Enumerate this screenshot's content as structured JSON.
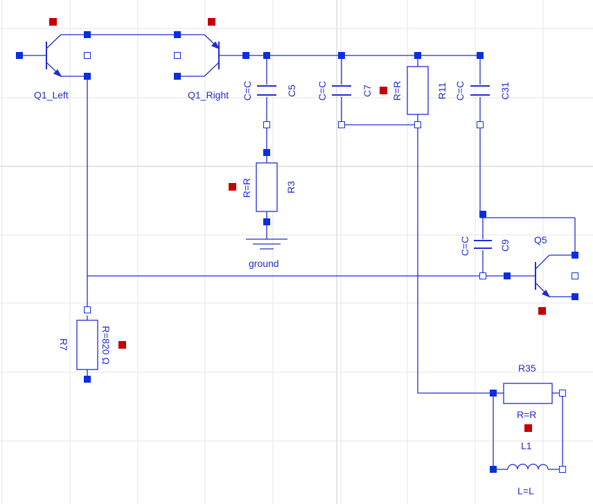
{
  "colors": {
    "wire": "#1f2bd1",
    "pin_filled": "#0a2ee0",
    "marker": "#c40000",
    "grid_minor": "#e4e4e4",
    "grid_major": "#c8c8c8",
    "background": "#ffffff"
  },
  "components": {
    "q1_left": {
      "name": "Q1_Left"
    },
    "q1_right": {
      "name": "Q1_Right"
    },
    "c5": {
      "name": "C5",
      "param": "C=C"
    },
    "c7": {
      "name": "C7",
      "param": "C=C"
    },
    "r11": {
      "name": "R11",
      "param": "R=R"
    },
    "c31": {
      "name": "C31",
      "param": "C=C"
    },
    "r3": {
      "name": "R3",
      "param": "R=R"
    },
    "ground": {
      "name": "ground"
    },
    "c9": {
      "name": "C9",
      "param": "C=C"
    },
    "q5": {
      "name": "Q5"
    },
    "r7": {
      "name": "R7",
      "param": "R=820 Ω"
    },
    "r35": {
      "name": "R35",
      "param": "R=R"
    },
    "l1": {
      "name": "L1",
      "param": "L=L"
    }
  }
}
